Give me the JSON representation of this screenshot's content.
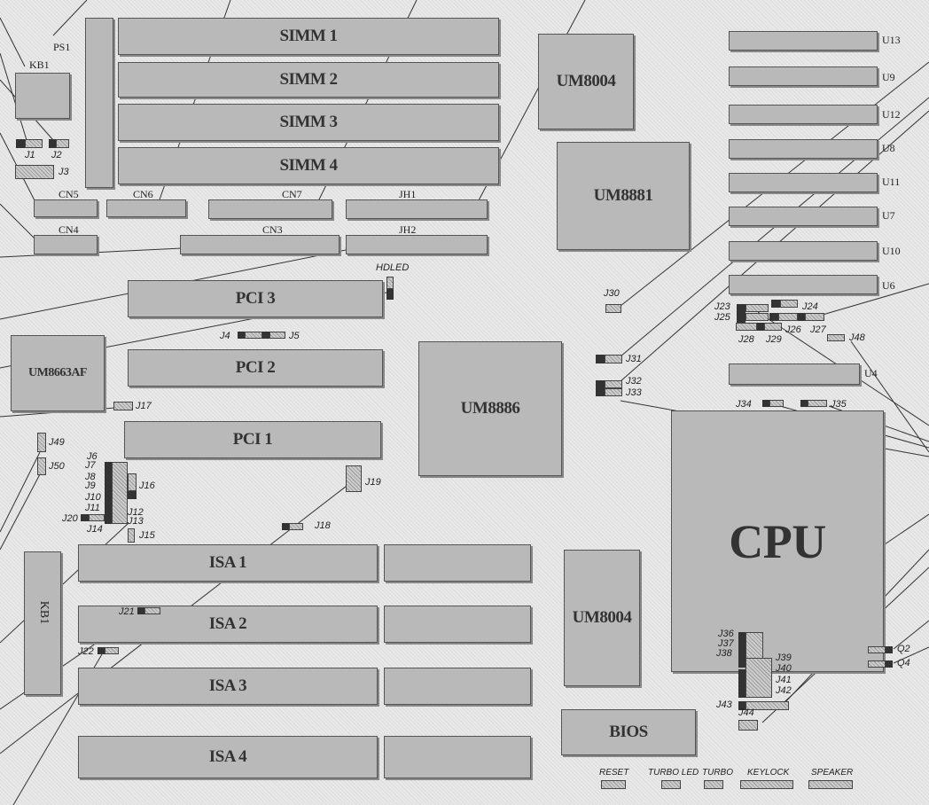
{
  "memory": {
    "simm1": "SIMM 1",
    "simm2": "SIMM 2",
    "simm3": "SIMM 3",
    "simm4": "SIMM 4"
  },
  "chips": {
    "um8004_top": "UM8004",
    "um8881": "UM8881",
    "um8886": "UM8886",
    "um8663": "UM8663AF",
    "um8004_bottom": "UM8004",
    "bios": "BIOS",
    "cpu": "CPU"
  },
  "slots": {
    "pci3": "PCI 3",
    "pci2": "PCI 2",
    "pci1": "PCI 1",
    "isa1": "ISA 1",
    "isa2": "ISA 2",
    "isa3": "ISA 3",
    "isa4": "ISA 4"
  },
  "connectors": {
    "ps1": "PS1",
    "kb1_top": "KB1",
    "kb1_bottom": "KB1",
    "cn5": "CN5",
    "cn6": "CN6",
    "cn7": "CN7",
    "jh1": "JH1",
    "cn4": "CN4",
    "cn3": "CN3",
    "jh2": "JH2",
    "hdled": "HDLED"
  },
  "ics": {
    "u13": "U13",
    "u9": "U9",
    "u12": "U12",
    "u8": "U8",
    "u11": "U11",
    "u7": "U7",
    "u10": "U10",
    "u6": "U6",
    "u4": "U4"
  },
  "jumpers": {
    "j1": "J1",
    "j2": "J2",
    "j3": "J3",
    "j4": "J4",
    "j5": "J5",
    "j6": "J6",
    "j7": "J7",
    "j8": "J8",
    "j9": "J9",
    "j10": "J10",
    "j11": "J11",
    "j12": "J12",
    "j13": "J13",
    "j14": "J14",
    "j15": "J15",
    "j16": "J16",
    "j17": "J17",
    "j18": "J18",
    "j19": "J19",
    "j20": "J20",
    "j21": "J21",
    "j22": "J22",
    "j23": "J23",
    "j24": "J24",
    "j25": "J25",
    "j26": "J26",
    "j27": "J27",
    "j28": "J28",
    "j29": "J29",
    "j30": "J30",
    "j31": "J31",
    "j32": "J32",
    "j33": "J33",
    "j34": "J34",
    "j35": "J35",
    "j36": "J36",
    "j37": "J37",
    "j38": "J38",
    "j39": "J39",
    "j40": "J40",
    "j41": "J41",
    "j42": "J42",
    "j43": "J43",
    "j44": "J44",
    "j48": "J48",
    "j49": "J49",
    "j50": "J50",
    "q2": "Q2",
    "q4": "Q4"
  },
  "front_panel": {
    "reset": "RESET",
    "turbo_led": "TURBO LED",
    "turbo": "TURBO",
    "keylock": "KEYLOCK",
    "speaker": "SPEAKER"
  }
}
